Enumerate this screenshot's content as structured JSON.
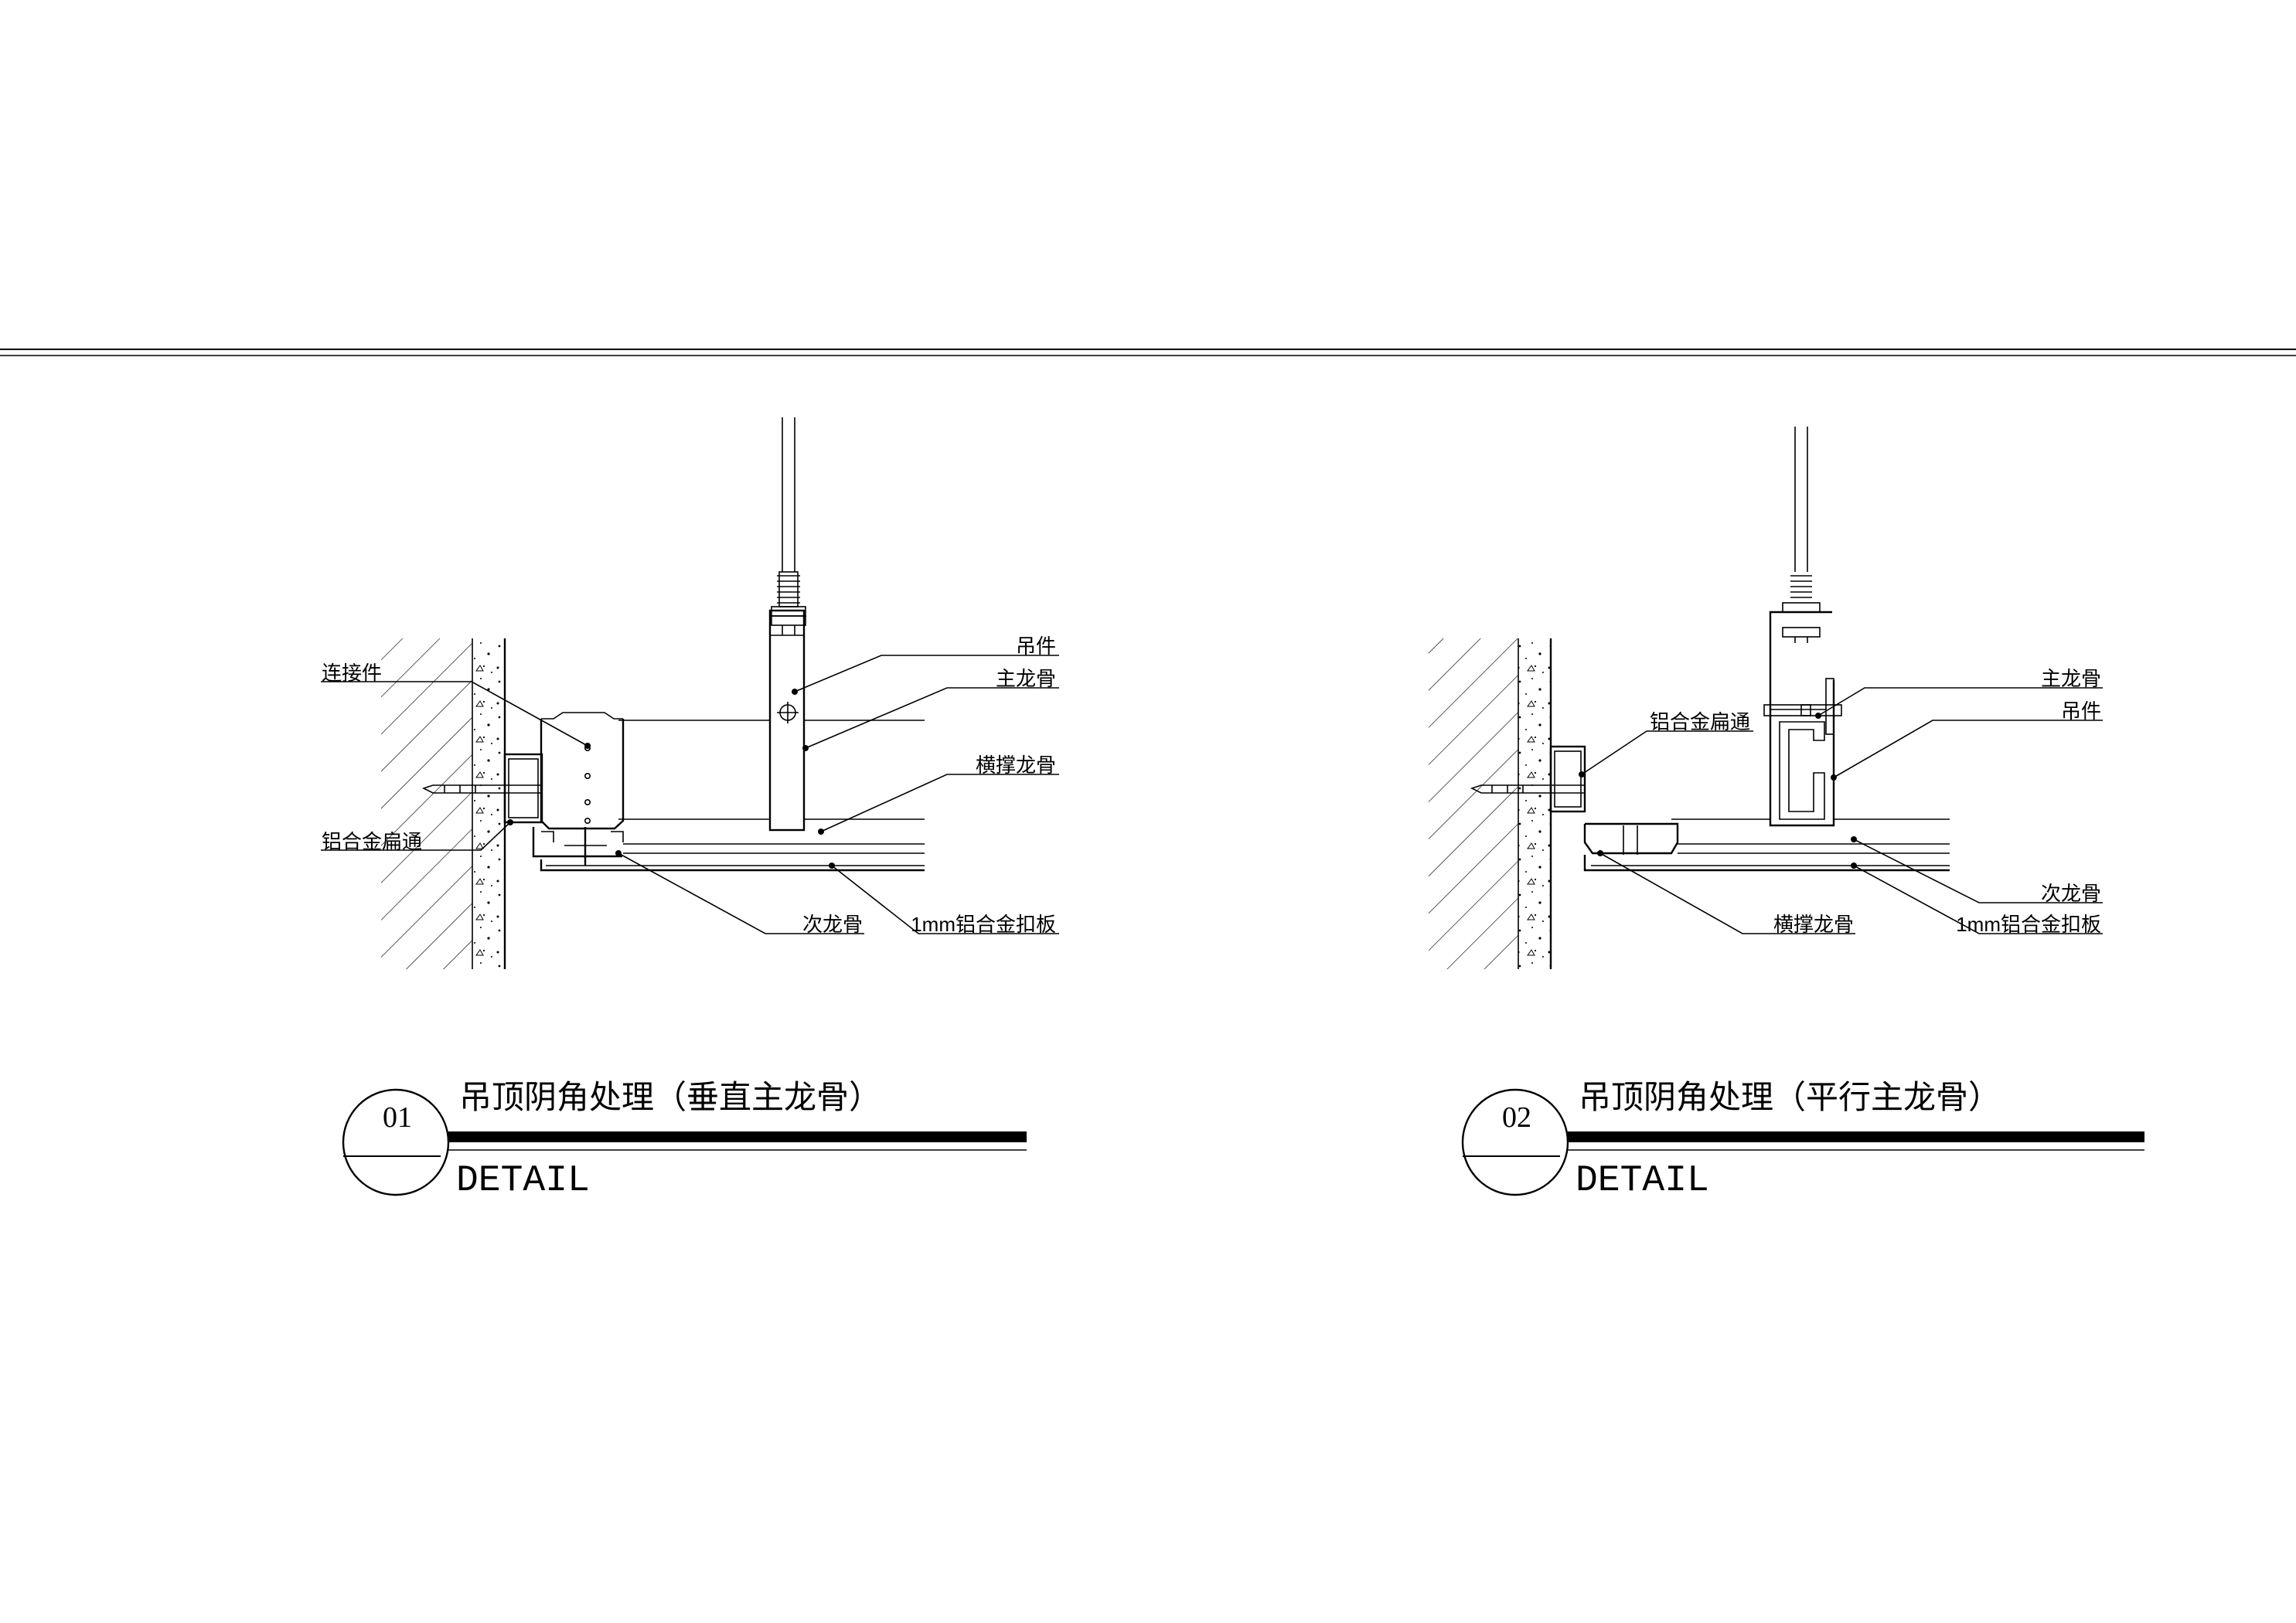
{
  "details": [
    {
      "number": "01",
      "title": "吊顶阴角处理（垂直主龙骨）",
      "subtitle": "DETAIL",
      "labels": {
        "connector": "连接件",
        "aluminum_flat_tube": "铝合金扁通",
        "hanger": "吊件",
        "main_keel": "主龙骨",
        "cross_brace_keel": "横撑龙骨",
        "secondary_keel": "次龙骨",
        "panel": "1mm铝合金扣板"
      }
    },
    {
      "number": "02",
      "title": "吊顶阴角处理（平行主龙骨）",
      "subtitle": "DETAIL",
      "labels": {
        "aluminum_flat_tube": "铝合金扁通",
        "main_keel": "主龙骨",
        "hanger": "吊件",
        "secondary_keel": "次龙骨",
        "cross_brace_keel": "横撑龙骨",
        "panel": "1mm铝合金扣板"
      }
    }
  ]
}
